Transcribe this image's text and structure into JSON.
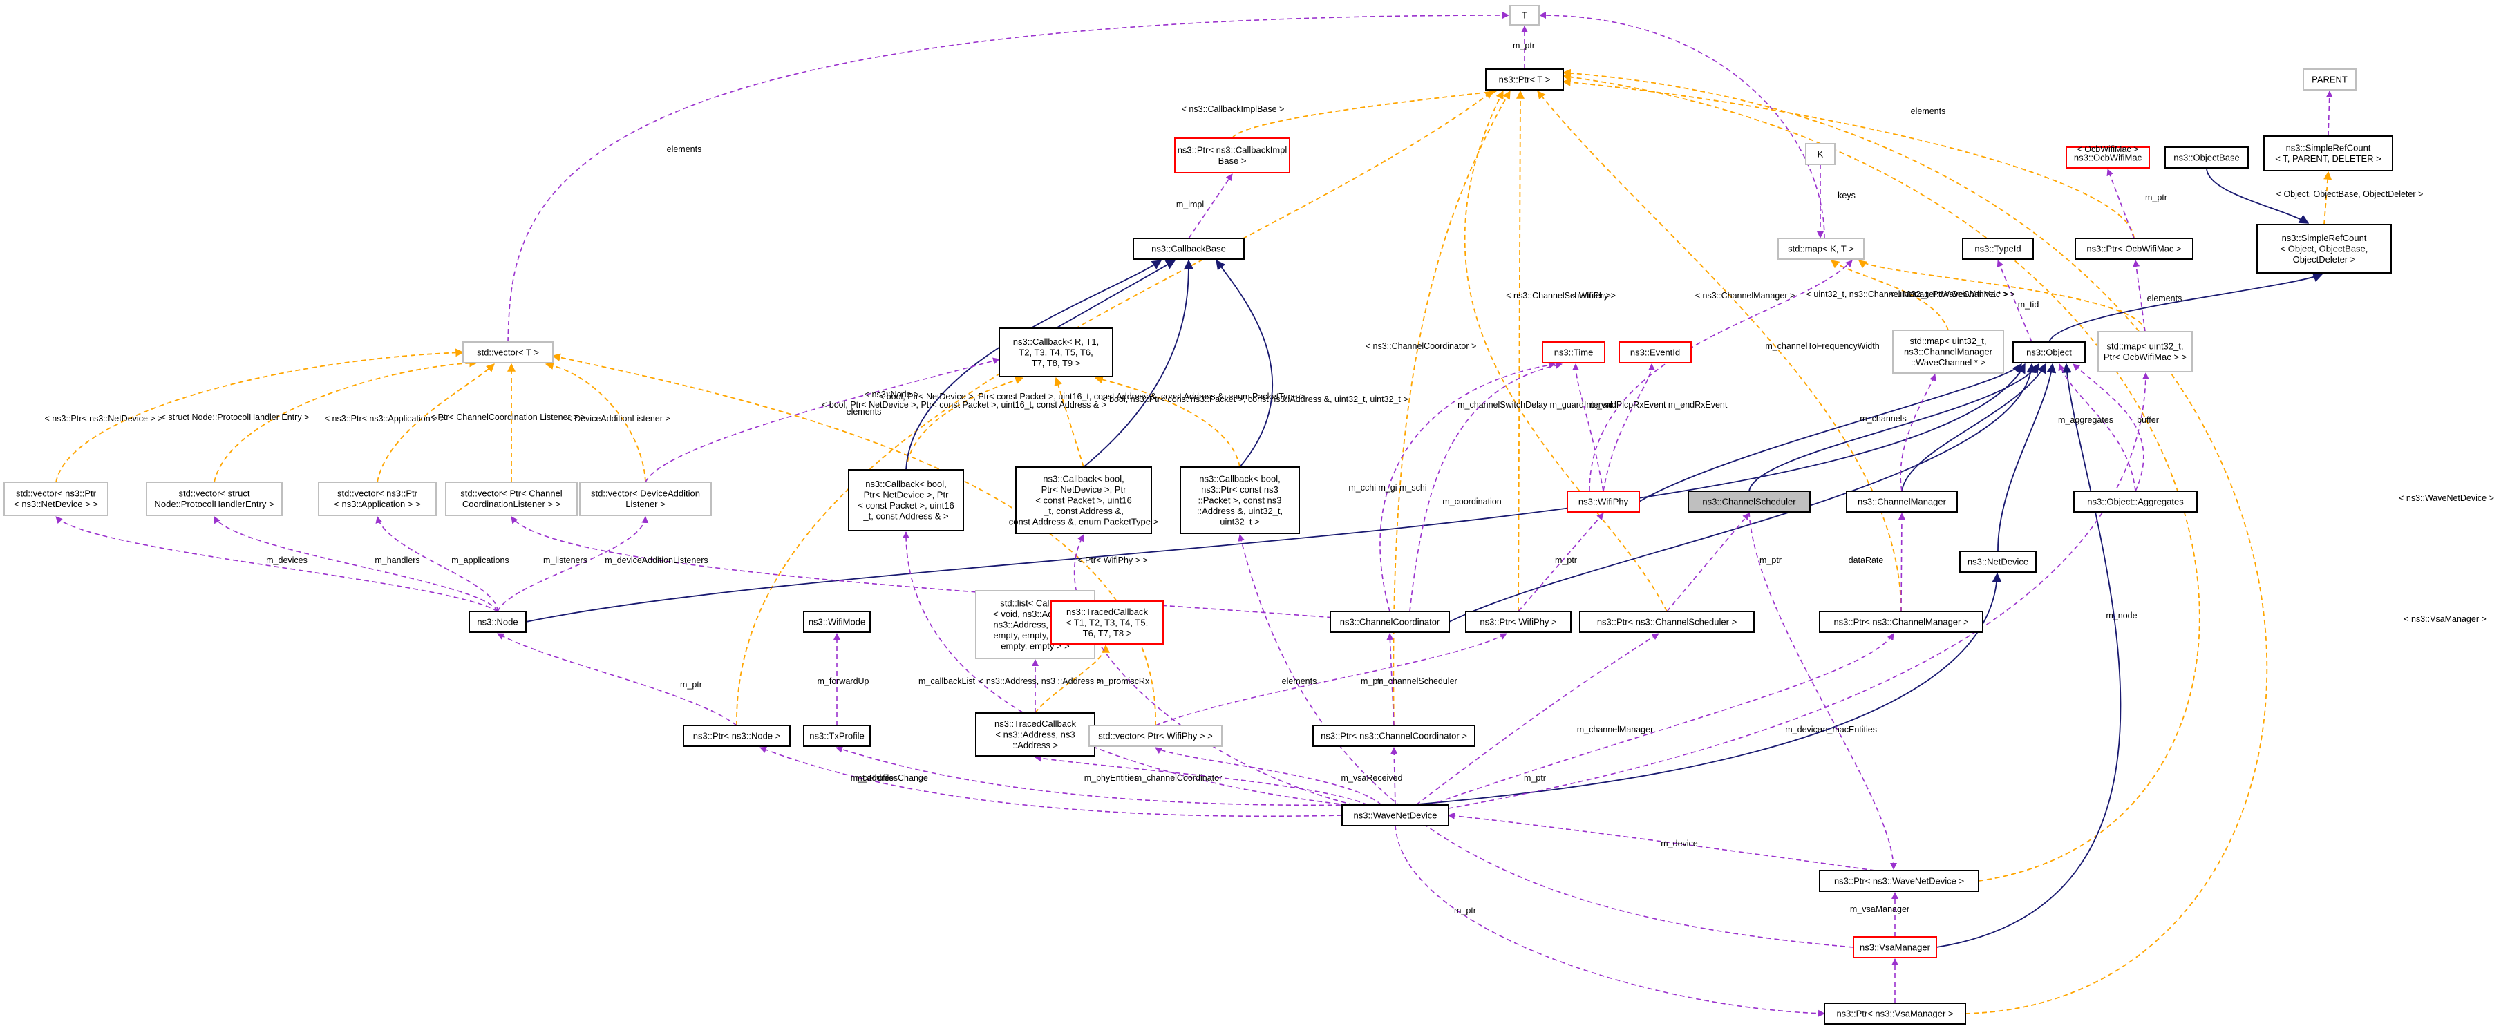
{
  "diagram": {
    "focus_node": "ns3::ChannelScheduler",
    "colors": {
      "usage_edge": "#9a32cd",
      "template_edge": "#ffa500",
      "inheritance_edge": "#191970",
      "focus_fill": "#bfbfbf",
      "missing_doc_border": "#ff0000",
      "external_border": "#bfbfbf"
    },
    "nodes": [
      {
        "id": "T",
        "lines": [
          "T"
        ],
        "style": "gray"
      },
      {
        "id": "ptrT",
        "lines": [
          "ns3::Ptr< T >"
        ],
        "style": "black"
      },
      {
        "id": "PARENT",
        "lines": [
          "PARENT"
        ],
        "style": "gray"
      },
      {
        "id": "simpleRefTpl",
        "lines": [
          "ns3::SimpleRefCount",
          "< T, PARENT, DELETER >"
        ],
        "style": "black"
      },
      {
        "id": "ptrCbImpl",
        "lines": [
          "ns3::Ptr< ns3::CallbackImpl",
          "Base >"
        ],
        "style": "red"
      },
      {
        "id": "K",
        "lines": [
          "K"
        ],
        "style": "gray"
      },
      {
        "id": "ocbWifiMac",
        "lines": [
          "ns3::OcbWifiMac"
        ],
        "style": "red"
      },
      {
        "id": "objectBase",
        "lines": [
          "ns3::ObjectBase"
        ],
        "style": "black"
      },
      {
        "id": "callbackBase",
        "lines": [
          "ns3::CallbackBase"
        ],
        "style": "black"
      },
      {
        "id": "stdmapKT",
        "lines": [
          "std::map< K, T >"
        ],
        "style": "gray"
      },
      {
        "id": "typeId",
        "lines": [
          "ns3::TypeId"
        ],
        "style": "black"
      },
      {
        "id": "ptrOcb",
        "lines": [
          "ns3::Ptr< OcbWifiMac >"
        ],
        "style": "black"
      },
      {
        "id": "simpleRefObj",
        "lines": [
          "ns3::SimpleRefCount",
          "< Object, ObjectBase,",
          "ObjectDeleter >"
        ],
        "style": "black"
      },
      {
        "id": "stdvecT",
        "lines": [
          "std::vector< T >"
        ],
        "style": "gray"
      },
      {
        "id": "callbackTpl",
        "lines": [
          "ns3::Callback< R, T1,",
          "T2, T3, T4, T5, T6,",
          "T7, T8, T9 >"
        ],
        "style": "black"
      },
      {
        "id": "time",
        "lines": [
          "ns3::Time"
        ],
        "style": "red"
      },
      {
        "id": "eventId",
        "lines": [
          "ns3::EventId"
        ],
        "style": "red"
      },
      {
        "id": "mapWaveCh",
        "lines": [
          "std::map< uint32_t,",
          "ns3::ChannelManager",
          "::WaveChannel * >"
        ],
        "style": "gray"
      },
      {
        "id": "object",
        "lines": [
          "ns3::Object"
        ],
        "style": "black"
      },
      {
        "id": "mapOcb",
        "lines": [
          "std::map< uint32_t,",
          "Ptr< OcbWifiMac > >"
        ],
        "style": "gray"
      },
      {
        "id": "vecNetDev",
        "lines": [
          "std::vector< ns3::Ptr",
          "< ns3::NetDevice > >"
        ],
        "style": "gray"
      },
      {
        "id": "vecProto",
        "lines": [
          "std::vector< struct",
          "Node::ProtocolHandlerEntry >"
        ],
        "style": "gray"
      },
      {
        "id": "vecApp",
        "lines": [
          "std::vector< ns3::Ptr",
          "< ns3::Application > >"
        ],
        "style": "gray"
      },
      {
        "id": "vecChCoord",
        "lines": [
          "std::vector< Ptr< Channel",
          "CoordinationListener > >"
        ],
        "style": "gray"
      },
      {
        "id": "vecDevAdd",
        "lines": [
          "std::vector< DeviceAddition",
          "Listener >"
        ],
        "style": "gray"
      },
      {
        "id": "cbBoolNetDev",
        "lines": [
          "ns3::Callback< bool,",
          "Ptr< NetDevice >, Ptr",
          "< const Packet >, uint16",
          "_t, const Address & >"
        ],
        "style": "black"
      },
      {
        "id": "cbBoolPromisc",
        "lines": [
          "ns3::Callback< bool,",
          "Ptr< NetDevice >, Ptr",
          "< const Packet >, uint16",
          "_t, const Address &,",
          "const Address &, enum PacketType >"
        ],
        "style": "black"
      },
      {
        "id": "cbBoolVsa",
        "lines": [
          "ns3::Callback< bool,",
          "ns3::Ptr< const ns3",
          "::Packet >, const ns3",
          "::Address &, uint32_t,",
          "uint32_t >"
        ],
        "style": "black"
      },
      {
        "id": "wifiPhy",
        "lines": [
          "ns3::WifiPhy"
        ],
        "style": "red"
      },
      {
        "id": "channelScheduler",
        "lines": [
          "ns3::ChannelScheduler"
        ],
        "style": "focus"
      },
      {
        "id": "channelManager",
        "lines": [
          "ns3::ChannelManager"
        ],
        "style": "black"
      },
      {
        "id": "objAggregates",
        "lines": [
          "ns3::Object::Aggregates"
        ],
        "style": "black"
      },
      {
        "id": "netDevice",
        "lines": [
          "ns3::NetDevice"
        ],
        "style": "black"
      },
      {
        "id": "node",
        "lines": [
          "ns3::Node"
        ],
        "style": "black"
      },
      {
        "id": "wifiMode",
        "lines": [
          "ns3::WifiMode"
        ],
        "style": "black"
      },
      {
        "id": "listCallback",
        "lines": [
          "std::list< Callback",
          "< void, ns3::Address,",
          "ns3::Address, empty,",
          "empty, empty, empty,",
          "empty, empty > >"
        ],
        "style": "gray"
      },
      {
        "id": "tracedCbTpl",
        "lines": [
          "ns3::TracedCallback",
          "< T1, T2, T3, T4, T5,",
          "T6, T7, T8 >"
        ],
        "style": "red"
      },
      {
        "id": "channelCoord",
        "lines": [
          "ns3::ChannelCoordinator"
        ],
        "style": "black"
      },
      {
        "id": "ptrWifiPhy",
        "lines": [
          "ns3::Ptr< WifiPhy >"
        ],
        "style": "black"
      },
      {
        "id": "ptrChSched",
        "lines": [
          "ns3::Ptr< ns3::ChannelScheduler >"
        ],
        "style": "black"
      },
      {
        "id": "ptrChMgr",
        "lines": [
          "ns3::Ptr< ns3::ChannelManager >"
        ],
        "style": "black"
      },
      {
        "id": "ptrNode",
        "lines": [
          "ns3::Ptr< ns3::Node >"
        ],
        "style": "black"
      },
      {
        "id": "txProfile",
        "lines": [
          "ns3::TxProfile"
        ],
        "style": "black"
      },
      {
        "id": "tracedCbAddr",
        "lines": [
          "ns3::TracedCallback",
          "< ns3::Address, ns3",
          "::Address >"
        ],
        "style": "black"
      },
      {
        "id": "vecWifiPhy",
        "lines": [
          "std::vector< Ptr< WifiPhy > >"
        ],
        "style": "gray"
      },
      {
        "id": "ptrChCoord",
        "lines": [
          "ns3::Ptr< ns3::ChannelCoordinator >"
        ],
        "style": "black"
      },
      {
        "id": "waveNetDevice",
        "lines": [
          "ns3::WaveNetDevice"
        ],
        "style": "black"
      },
      {
        "id": "ptrWaveNetDev",
        "lines": [
          "ns3::Ptr< ns3::WaveNetDevice >"
        ],
        "style": "black"
      },
      {
        "id": "vsaManager",
        "lines": [
          "ns3::VsaManager"
        ],
        "style": "red"
      },
      {
        "id": "ptrVsaMgr",
        "lines": [
          "ns3::Ptr< ns3::VsaManager >"
        ],
        "style": "black"
      }
    ],
    "edge_labels": [
      "m_ptr",
      "elements",
      "elements",
      "< ns3::CallbackImplBase >",
      "< OcbWifiMac >",
      "< Object, ObjectBase, ObjectDeleter >",
      "m_impl",
      "keys",
      "m_ptr",
      "< ns3::ChannelScheduler >",
      "< WifiPhy >",
      "< ns3::ChannelManager >",
      "< ns3::ChannelCoordinator >",
      "< uint32_t, ns3::Channel Manager::WaveChannel * >",
      "< uint32_t, Ptr< OcbWifi Mac > >",
      "m_tid",
      "elements",
      "m_channelToFrequencyWidth",
      "< ns3::Node >",
      "< ns3::Ptr< ns3::NetDevice > >",
      "< struct Node::ProtocolHandler Entry >",
      "< ns3::Ptr< ns3::Application > >",
      "< Ptr< ChannelCoordination Listener > >",
      "< DeviceAdditionListener >",
      "< bool, Ptr< NetDevice >, Ptr< const Packet >, uint16_t, const Address & >",
      "< bool, Ptr< NetDevice >, Ptr< const Packet >, uint16_t, const Address &, const Address &, enum PacketType >",
      "< bool, ns3::Ptr< const ns3::Packet >, const ns3::Address &, uint32_t, uint32_t >",
      "elements",
      "m_channelSwitchDelay m_guardInterval",
      "m_endPlcpRxEvent m_endRxEvent",
      "m_cchi m_gi m_schi",
      "m_coordination",
      "m_channels",
      "m_aggregates",
      "buffer",
      "m_devices",
      "m_handlers",
      "m_applications",
      "m_listeners",
      "m_deviceAdditionListeners",
      "< Ptr< WifiPhy > >",
      "< ns3::WaveNetDevice >",
      "< ns3::VsaManager >",
      "m_ptr",
      "m_ptr",
      "m_ptr",
      "dataRate",
      "m_forwardUp",
      "m_callbackList",
      "< ns3::Address, ns3 ::Address >",
      "m_promiscRx",
      "elements",
      "m_ptr",
      "m_channelScheduler",
      "m_channelManager",
      "m_device",
      "m_macEntities",
      "m_node",
      "m_txProfile",
      "m_addressChange",
      "m_phyEntities",
      "m_channelCoordinator",
      "m_vsaReceived",
      "m_ptr",
      "m_device",
      "m_vsaManager",
      "m_ptr"
    ]
  }
}
